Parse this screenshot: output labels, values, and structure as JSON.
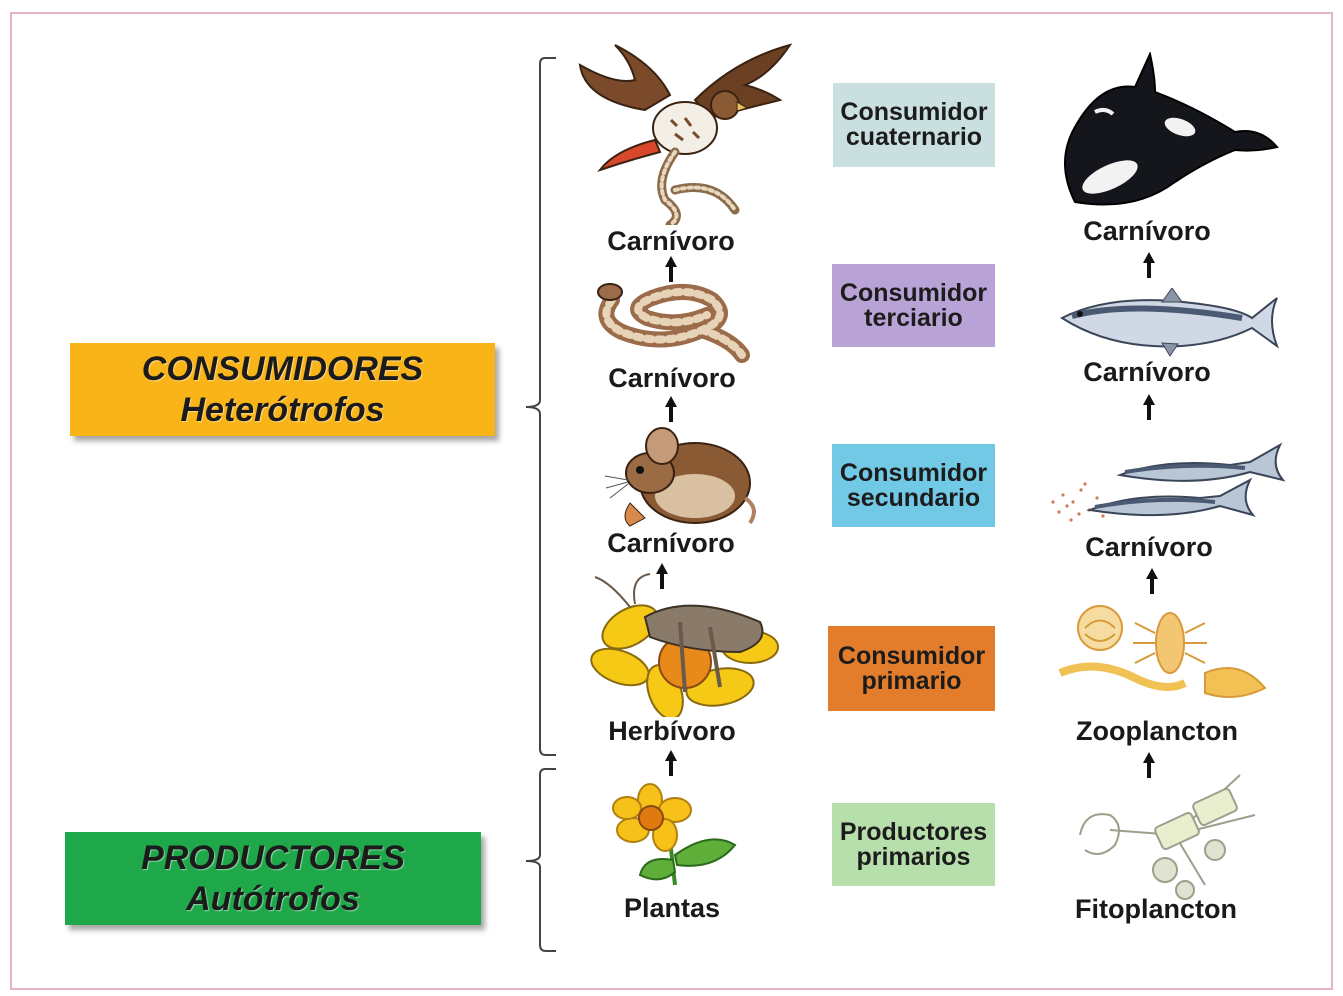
{
  "groups": {
    "consumers": {
      "title": "CONSUMIDORES",
      "subtitle": "Heterótrofos",
      "color": "#f9b417"
    },
    "producers": {
      "title": "PRODUCTORES",
      "subtitle": "Autótrofos",
      "color": "#1fa84a"
    }
  },
  "levels": [
    {
      "line1": "Consumidor",
      "line2": "cuaternario",
      "color": "#c9dfe0"
    },
    {
      "line1": "Consumidor",
      "line2": "terciario",
      "color": "#b9a3d6"
    },
    {
      "line1": "Consumidor",
      "line2": "secundario",
      "color": "#72c9e6"
    },
    {
      "line1": "Consumidor",
      "line2": "primario",
      "color": "#e37d2b"
    },
    {
      "line1": "Productores",
      "line2": "primarios",
      "color": "#b7dfab"
    }
  ],
  "terrestrial": {
    "labels": [
      "Carnívoro",
      "Carnívoro",
      "Carnívoro",
      "Herbívoro",
      "Plantas"
    ],
    "icons": [
      "hawk-icon",
      "snake-icon",
      "mouse-icon",
      "grasshopper-icon",
      "flower-icon"
    ]
  },
  "aquatic": {
    "labels": [
      "Carnívoro",
      "Carnívoro",
      "Carnívoro",
      "Zooplancton",
      "Fitoplancton"
    ],
    "icons": [
      "orca-icon",
      "tuna-icon",
      "sardines-icon",
      "zooplankton-icon",
      "phytoplankton-icon"
    ]
  },
  "colors": {
    "frame": "#e6b3c2",
    "arrow": "#111111"
  }
}
